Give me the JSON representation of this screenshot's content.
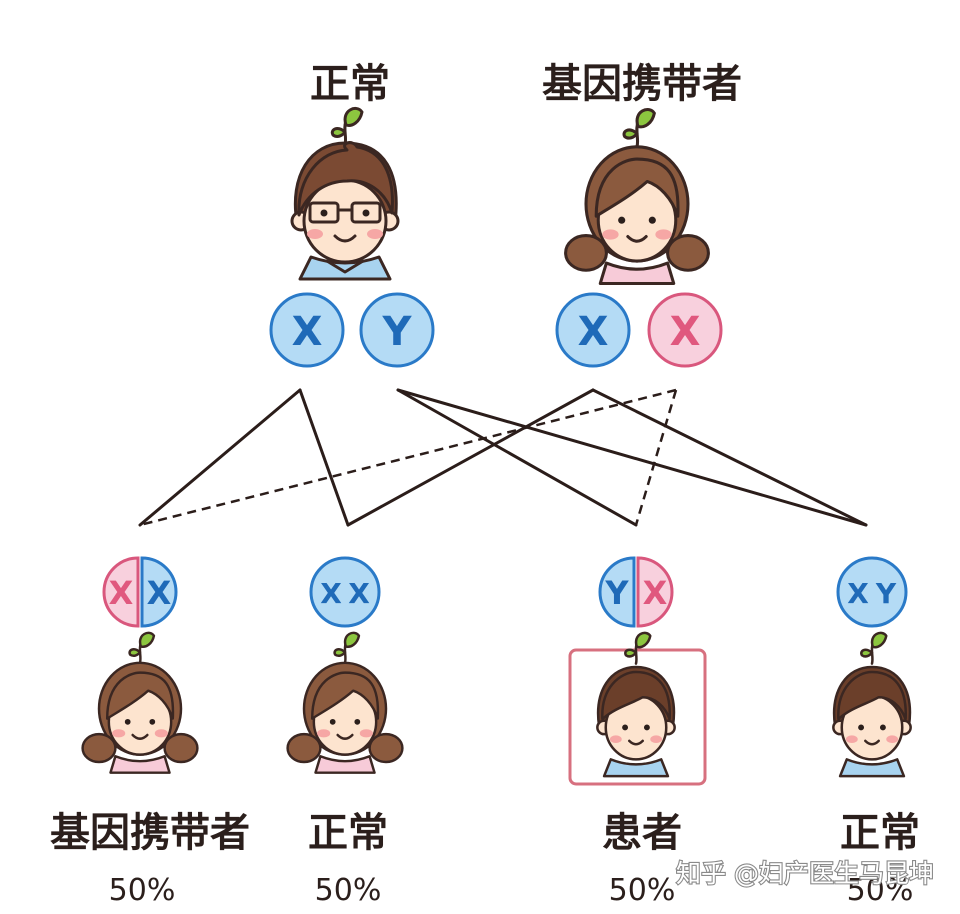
{
  "parents": {
    "father": {
      "label": "正常",
      "chromosomes": [
        "X",
        "Y"
      ]
    },
    "mother": {
      "label": "基因携带者",
      "chromosomes": [
        "X",
        "X"
      ]
    }
  },
  "children": [
    {
      "label": "基因携带者",
      "percent": "50%",
      "chromosomes": [
        "X",
        "X"
      ]
    },
    {
      "label": "正常",
      "percent": "50%",
      "chromosomes": [
        "X",
        "X"
      ]
    },
    {
      "label": "患者",
      "percent": "50%",
      "chromosomes": [
        "Y",
        "X"
      ]
    },
    {
      "label": "正常",
      "percent": "50%",
      "chromosomes": [
        "X",
        "Y"
      ]
    }
  ],
  "watermark": "知乎 @妇产医生马昆坤",
  "colors": {
    "blue_fill": "#b4dbf5",
    "pink_fill": "#f8d0dd",
    "frame": "#d7707f",
    "skin": "#fde4cf",
    "hair": "#7b4a33",
    "sprout": "#8cc63f"
  }
}
